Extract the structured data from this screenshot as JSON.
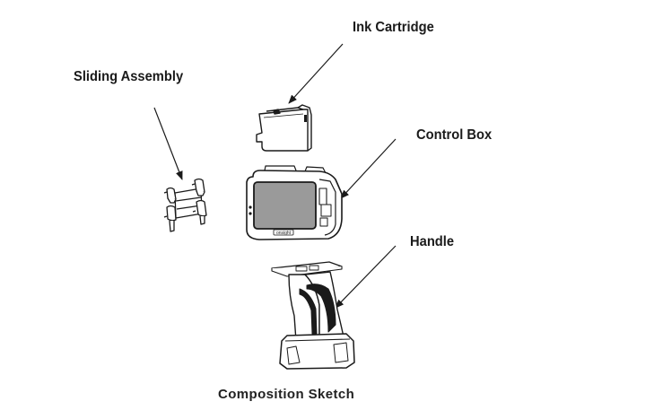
{
  "labels": {
    "ink_cartridge": "Ink Cartridge",
    "sliding_assembly": "Sliding Assembly",
    "control_box": "Control Box",
    "handle": "Handle"
  },
  "caption": "Composition Sketch",
  "screen_badge": "onsight",
  "colors": {
    "line": "#1a1a1a",
    "screen": "#9a9a9a",
    "background": "#ffffff"
  }
}
